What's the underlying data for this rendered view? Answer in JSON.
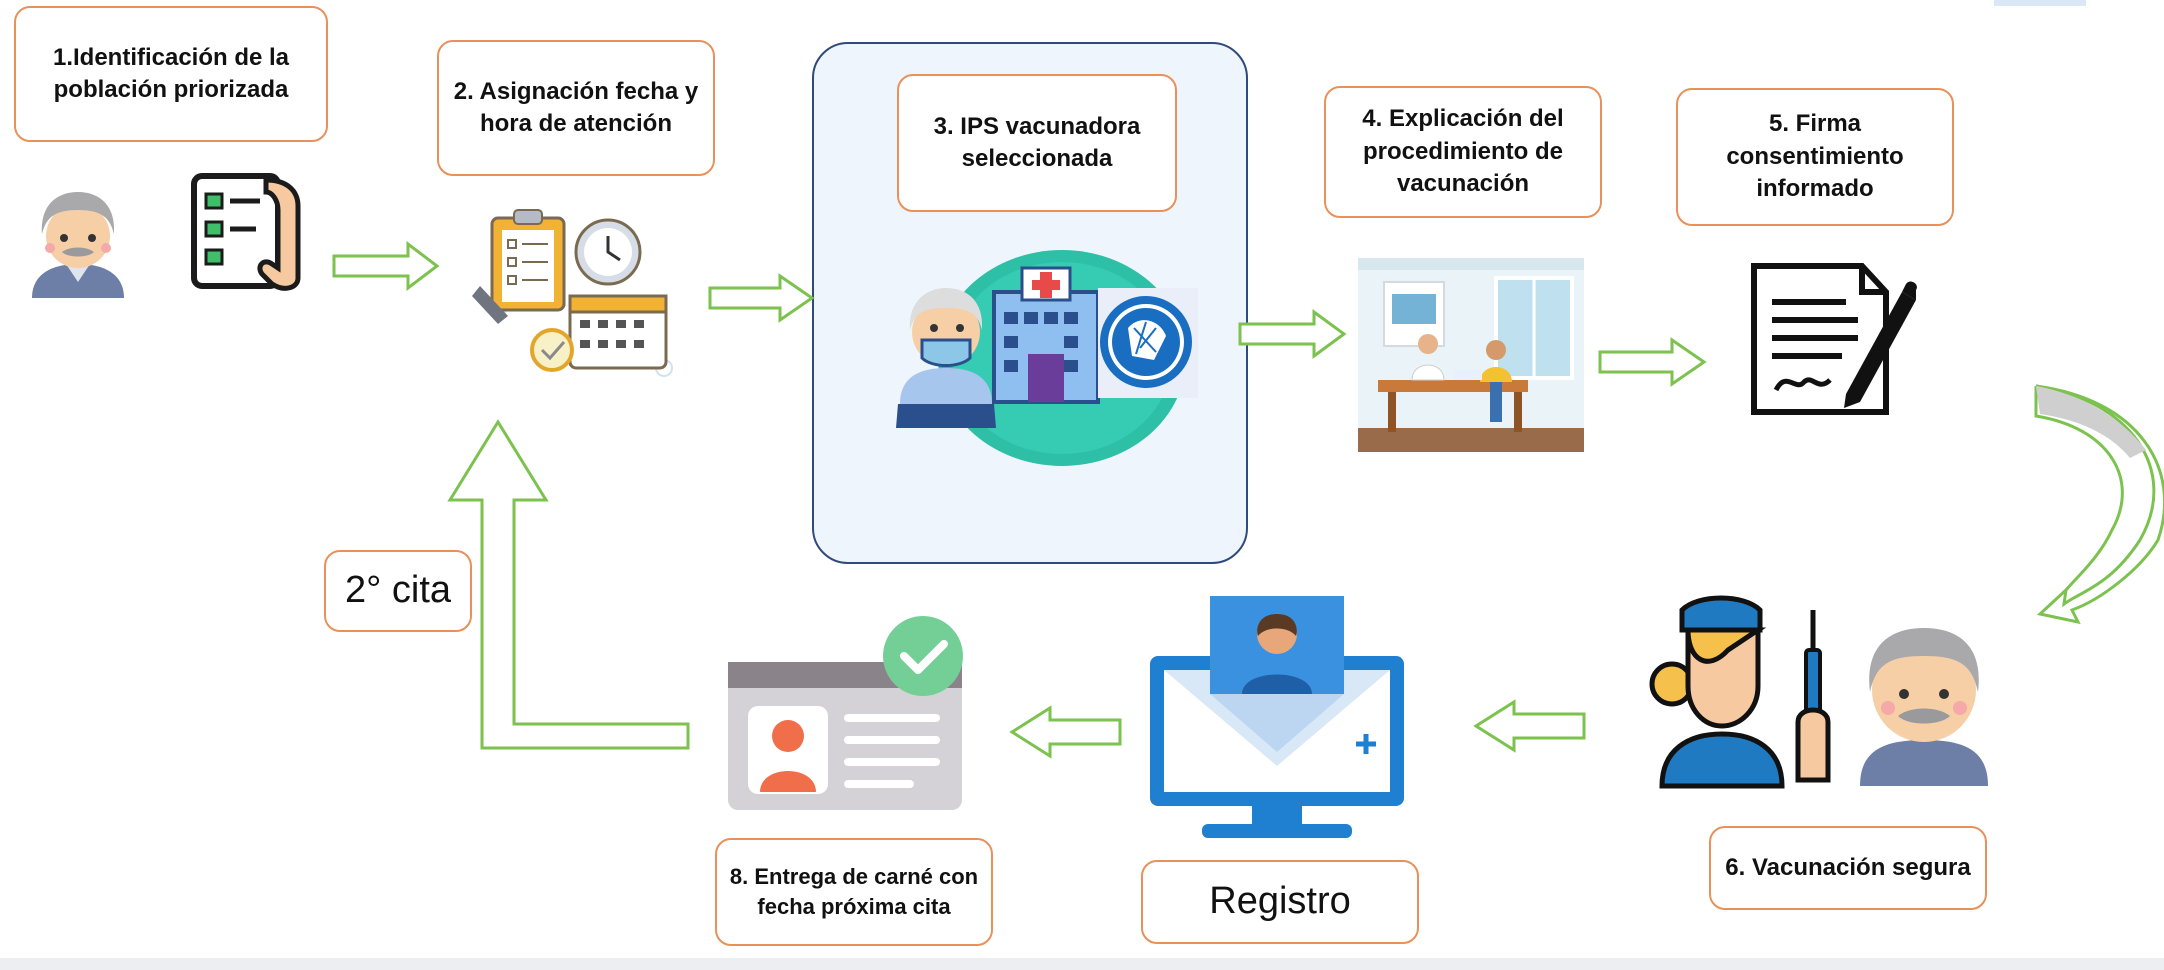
{
  "steps": {
    "s1": "1.Identificación de la población priorizada",
    "s2": "2. Asignación fecha y hora de atención",
    "s3": "3. IPS vacunadora seleccionada",
    "s4": "4. Explicación del procedimiento de vacunación",
    "s5": "5. Firma consentimiento informado",
    "s6": "6. Vacunación segura",
    "registro": "Registro",
    "s8": "8. Entrega de carné con fecha próxima cita",
    "second": "2° cita"
  },
  "colors": {
    "box_border": "#e8915a",
    "arrow": "#7cc24f",
    "panel_border": "#2f4a7c",
    "panel_fill": "#eef5fd",
    "teal": "#2ebfa7",
    "monitor": "#1f7fd0"
  },
  "icons": [
    "elderly-man-icon",
    "checklist-icon",
    "planning-icon",
    "hospital-icon",
    "consultation-icon",
    "signed-document-icon",
    "nurse-vaccine-icon",
    "computer-registration-icon",
    "id-card-icon"
  ]
}
